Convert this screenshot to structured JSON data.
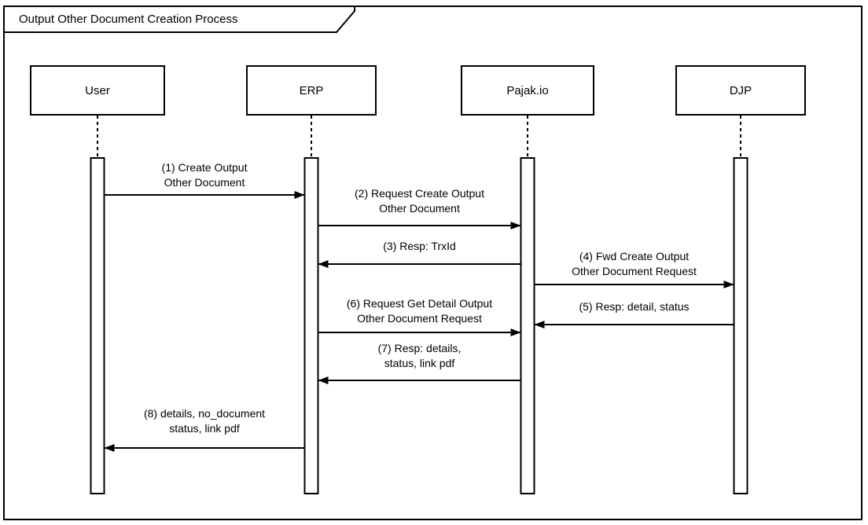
{
  "diagram": {
    "title": "Output Other Document Creation Process",
    "participants": [
      {
        "id": "user",
        "name": "User"
      },
      {
        "id": "erp",
        "name": "ERP"
      },
      {
        "id": "pajakio",
        "name": "Pajak.io"
      },
      {
        "id": "djp",
        "name": "DJP"
      }
    ],
    "messages": [
      {
        "seq": "1",
        "from": "User",
        "to": "ERP",
        "label": "(1) Create Output\nOther Document"
      },
      {
        "seq": "2",
        "from": "ERP",
        "to": "Pajak.io",
        "label": "(2) Request Create Output\nOther Document"
      },
      {
        "seq": "3",
        "from": "Pajak.io",
        "to": "ERP",
        "label": "(3) Resp: TrxId"
      },
      {
        "seq": "4",
        "from": "Pajak.io",
        "to": "DJP",
        "label": "(4) Fwd Create Output\nOther Document Request"
      },
      {
        "seq": "5",
        "from": "DJP",
        "to": "Pajak.io",
        "label": "(5) Resp: detail, status"
      },
      {
        "seq": "6",
        "from": "ERP",
        "to": "Pajak.io",
        "label": "(6) Request Get Detail Output\nOther Document Request"
      },
      {
        "seq": "7",
        "from": "Pajak.io",
        "to": "ERP",
        "label": "(7) Resp: details,\nstatus, link pdf"
      },
      {
        "seq": "8",
        "from": "ERP",
        "to": "User",
        "label": "(8) details, no_document\nstatus, link pdf"
      }
    ],
    "colors": {
      "stroke": "#000000",
      "fill": "#ffffff",
      "background": "#ffffff"
    }
  }
}
